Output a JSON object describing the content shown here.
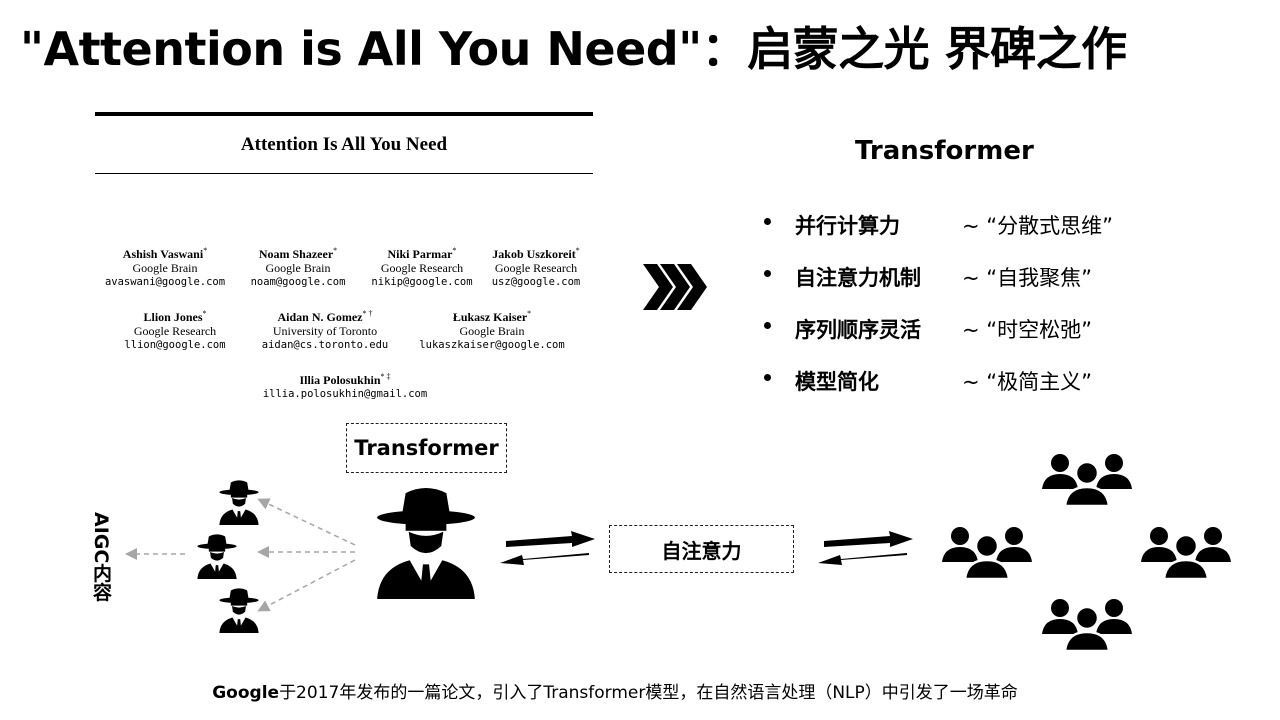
{
  "title": "\"Attention is All You Need\"：启蒙之光  界碑之作",
  "paper": {
    "title": "Attention Is All You Need",
    "authors": [
      {
        "name": "Ashish Vaswani",
        "mark": "*",
        "affiliation": "Google Brain",
        "email": "avaswani@google.com"
      },
      {
        "name": "Noam Shazeer",
        "mark": "*",
        "affiliation": "Google Brain",
        "email": "noam@google.com"
      },
      {
        "name": "Niki Parmar",
        "mark": "*",
        "affiliation": "Google Research",
        "email": "nikip@google.com"
      },
      {
        "name": "Jakob Uszkoreit",
        "mark": "*",
        "affiliation": "Google Research",
        "email": "usz@google.com"
      },
      {
        "name": "Llion Jones",
        "mark": "*",
        "affiliation": "Google Research",
        "email": "llion@google.com"
      },
      {
        "name": "Aidan N. Gomez",
        "mark": "* †",
        "affiliation": "University of Toronto",
        "email": "aidan@cs.toronto.edu"
      },
      {
        "name": "Łukasz Kaiser",
        "mark": "*",
        "affiliation": "Google Brain",
        "email": "lukaszkaiser@google.com"
      },
      {
        "name": "Illia Polosukhin",
        "mark": "* ‡",
        "affiliation": "",
        "email": "illia.polosukhin@gmail.com"
      }
    ]
  },
  "transformer_heading": "Transformer",
  "features": [
    {
      "name": "并行计算力",
      "metaphor": "~ “分散式思维”"
    },
    {
      "name": "自注意力机制",
      "metaphor": "~ “自我聚焦”"
    },
    {
      "name": "序列顺序灵活",
      "metaphor": "~ “时空松弛”"
    },
    {
      "name": "模型简化",
      "metaphor": "~ “极简主义”"
    }
  ],
  "diagram": {
    "transformer_label": "Transformer",
    "attention_label": "自注意力",
    "output_label": "AIGC内容"
  },
  "caption": {
    "brand": "Google",
    "text": "于2017年发布的一篇论文，引入了Transformer模型，在自然语言处理（NLP）中引发了一场革命"
  },
  "colors": {
    "text": "#000000",
    "arrow_gray": "#a6a6a6",
    "background": "#ffffff"
  },
  "icons": [
    "triple-chevron-right-icon",
    "spy-agent-icon",
    "exchange-arrows-icon",
    "people-group-icon"
  ]
}
